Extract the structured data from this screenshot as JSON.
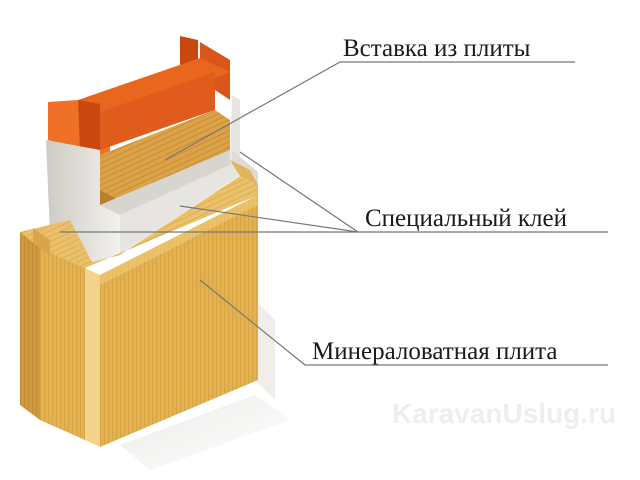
{
  "labels": {
    "insert": "Вставка из плиты",
    "glue": "Специальный клей",
    "mineral": "Минераловатная плита"
  },
  "watermark": "KaravanUslug.ru",
  "colors": {
    "steel_front": "#e8661e",
    "steel_side": "#c9480f",
    "wool": "#e3b14f",
    "wool_dark": "#c58f35",
    "glue": "#e6e4e0",
    "leader_line": "#777777"
  }
}
